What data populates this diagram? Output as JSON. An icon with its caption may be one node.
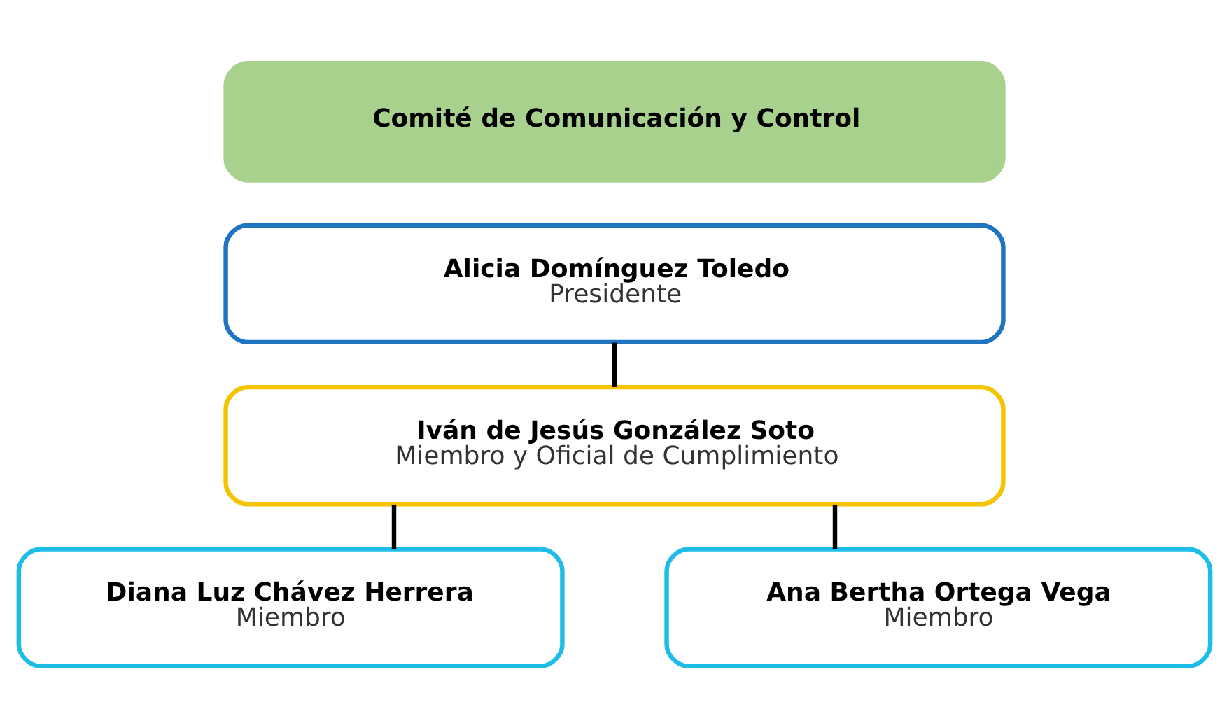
{
  "diagram": {
    "nodes": [
      {
        "text": [
          "Comité de Comunicación y Control"
        ]
      },
      {
        "text": [
          "Alicia Domínguez Toledo",
          "Presidente"
        ]
      },
      {
        "text": [
          "Iván de Jesús González Soto",
          "Miembro y Oficial de Cumplimiento"
        ]
      },
      {
        "text": [
          "Diana Luz Chávez Herrera",
          "Miembro"
        ]
      },
      {
        "text": [
          "Ana Bertha Ortega Vega",
          "Miembro"
        ]
      }
    ],
    "edges": [
      {
        "from": 1,
        "to": 2,
        "arrow": "none"
      },
      {
        "from": 2,
        "to": 3,
        "arrow": "none"
      },
      {
        "from": 2,
        "to": 4,
        "arrow": "none"
      }
    ]
  }
}
